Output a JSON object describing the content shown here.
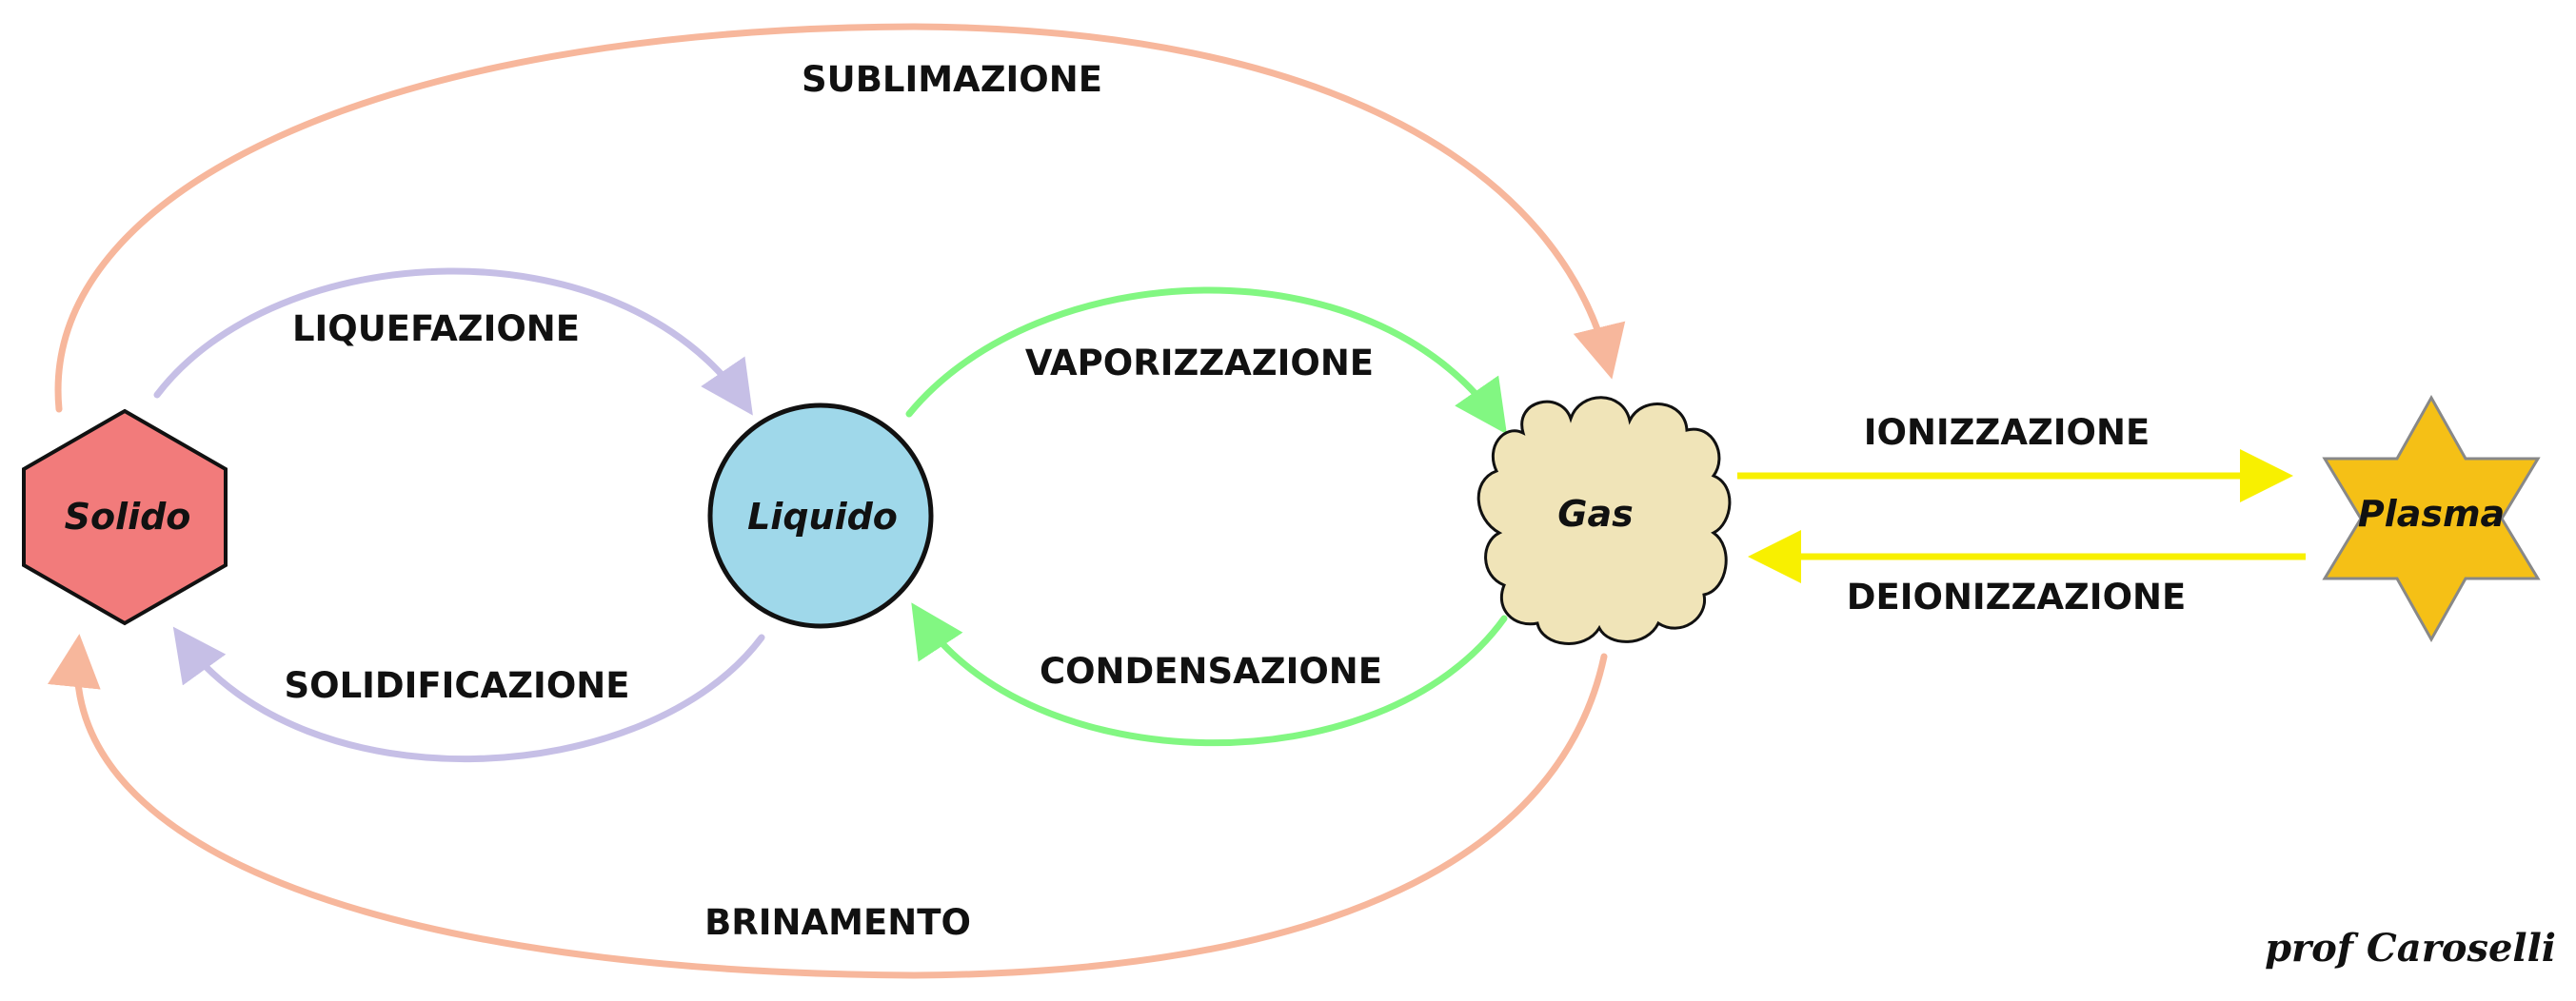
{
  "states": {
    "solid": "Solido",
    "liquid": "Liquido",
    "gas": "Gas",
    "plasma": "Plasma"
  },
  "transitions": {
    "sublimation": "SUBLIMAZIONE",
    "liquefaction": "LIQUEFAZIONE",
    "vaporization": "VAPORIZZAZIONE",
    "ionization": "IONIZZAZIONE",
    "deionization": "DEIONIZZAZIONE",
    "solidification": "SOLIDIFICAZIONE",
    "condensation": "CONDENSAZIONE",
    "deposition": "BRINAMENTO"
  },
  "signature": "prof  Caroselli",
  "colors": {
    "solid_fill": "#f27b7b",
    "liquid_fill": "#9fd8ea",
    "gas_fill": "#f0e4b8",
    "plasma_fill": "#f5c016",
    "sublimation_deposition_arrow": "#f7b79c",
    "liquefaction_solidification_arrow": "#c6bfe6",
    "vaporization_condensation_arrow": "#82f782",
    "ionization_deionization_arrow": "#f8f000"
  }
}
